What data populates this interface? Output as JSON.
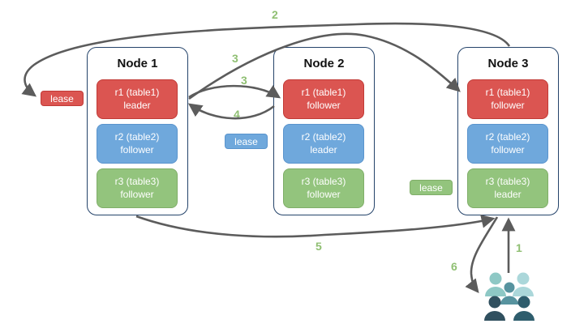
{
  "nodes": [
    {
      "title": "Node 1",
      "replicas": [
        {
          "name": "r1 (table1)",
          "role": "leader"
        },
        {
          "name": "r2 (table2)",
          "role": "follower"
        },
        {
          "name": "r3 (table3)",
          "role": "follower"
        }
      ]
    },
    {
      "title": "Node 2",
      "replicas": [
        {
          "name": "r1 (table1)",
          "role": "follower"
        },
        {
          "name": "r2 (table2)",
          "role": "leader"
        },
        {
          "name": "r3 (table3)",
          "role": "follower"
        }
      ]
    },
    {
      "title": "Node 3",
      "replicas": [
        {
          "name": "r1 (table1)",
          "role": "follower"
        },
        {
          "name": "r2 (table2)",
          "role": "follower"
        },
        {
          "name": "r3 (table3)",
          "role": "leader"
        }
      ]
    }
  ],
  "leases": {
    "r1": "lease",
    "r2": "lease",
    "r3": "lease"
  },
  "steps": {
    "step1": "1",
    "step2": "2",
    "step3a": "3",
    "step3b": "3",
    "step4": "4",
    "step5": "5",
    "step6": "6"
  },
  "colors": {
    "replica_r1_fill": "#db5551",
    "replica_r1_border": "#c13a36",
    "replica_r2_fill": "#6fa8dc",
    "replica_r2_border": "#5a94cd",
    "replica_r3_fill": "#93c47d",
    "replica_r3_border": "#7fae68",
    "node_border": "#24436a",
    "arrow": "#5c5c5c",
    "step_label": "#8fbf72",
    "users_light_teal": "#8ec8c5",
    "users_pale_teal": "#abd7da",
    "users_mid_teal": "#57939f",
    "users_dark_navy": "#30505f",
    "users_dark_teal": "#2e5d6d"
  },
  "icons": {
    "users": "users-icon"
  }
}
